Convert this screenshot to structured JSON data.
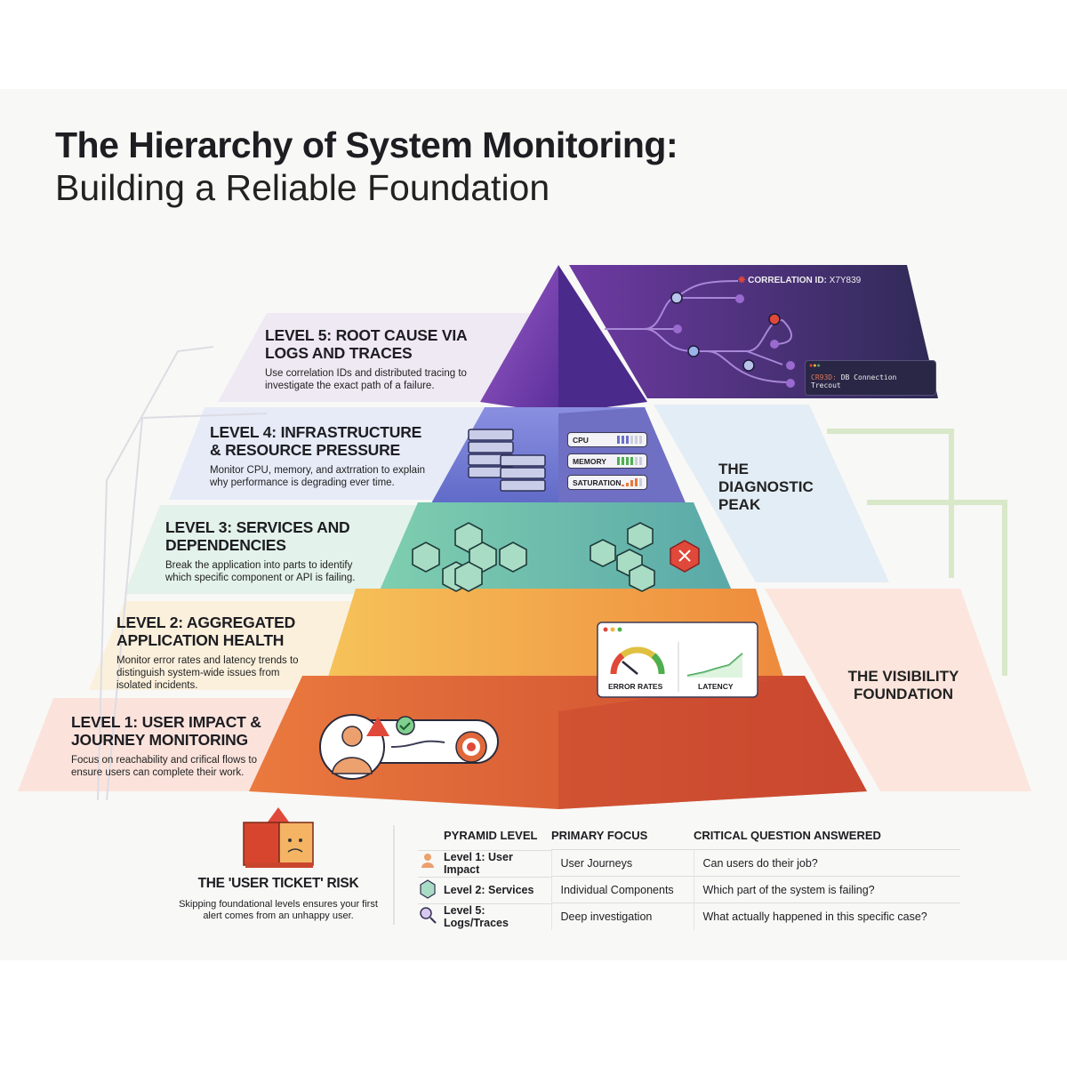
{
  "title": "The Hierarchy of System Monitoring:",
  "subtitle": "Building a Reliable Foundation",
  "levels": [
    {
      "title": "LEVEL 5: ROOT CAUSE VIA LOGS AND TRACES",
      "desc": "Use correlation IDs and distributed tracing to investigate the exact path of a failure."
    },
    {
      "title": "LEVEL 4: INFRASTRUCTURE & RESOURCE PRESSURE",
      "desc": "Monitor CPU, memory, and axtrration to explain why performance is degrading ever time."
    },
    {
      "title": "LEVEL 3: SERVICES AND DEPENDENCIES",
      "desc": "Break the application into parts to identify which specific component or API is failing."
    },
    {
      "title": "LEVEL 2: AGGREGATED APPLICATION HEALTH",
      "desc": "Monitor error rates and latency trends to distinguish system-wide issues from isolated incidents."
    },
    {
      "title": "LEVEL 1: USER IMPACT & JOURNEY MONITORING",
      "desc": "Focus on reachability and crifical flows to ensure users can complete their work."
    }
  ],
  "trace": {
    "correlation_label": "CORRELATION ID:",
    "correlation_id": "X7Y839",
    "log_prefix": "CR93D:",
    "log_message": "DB Connection Trecout"
  },
  "metrics": [
    {
      "label": "CPU",
      "level": 0.5
    },
    {
      "label": "MEMORY",
      "level": 0.67
    },
    {
      "label": "SATURATION",
      "level": 0.6
    }
  ],
  "dashboard": {
    "gauge_label": "ERROR RATES",
    "chart_label": "LATENCY"
  },
  "side_labels": {
    "peak": "THE DIAGNOSTIC PEAK",
    "foundation": "THE VISIBILITY FOUNDATION"
  },
  "risk": {
    "title": "THE 'USER TICKET' RISK",
    "desc": "Skipping foundational levels ensures your first alert comes from an unhappy user."
  },
  "table": {
    "headers": [
      "PYRAMID LEVEL",
      "PRIMARY FOCUS",
      "CRITICAL QUESTION ANSWERED"
    ],
    "rows": [
      {
        "level": "Level 1: User Impact",
        "focus": "User Journeys",
        "question": "Can users do their job?"
      },
      {
        "level": "Level 2: Services",
        "focus": "Individual Components",
        "question": "Which part of the system is failing?"
      },
      {
        "level": "Level 5: Logs/Traces",
        "focus": "Deep investigation",
        "question": "What actually happened in this specific case?"
      }
    ]
  },
  "colors": {
    "l5": "#6b3fa8",
    "l4": "#6f7fd0",
    "l3": "#6fc3a8",
    "l2": "#f2a54a",
    "l1": "#e0683a"
  }
}
